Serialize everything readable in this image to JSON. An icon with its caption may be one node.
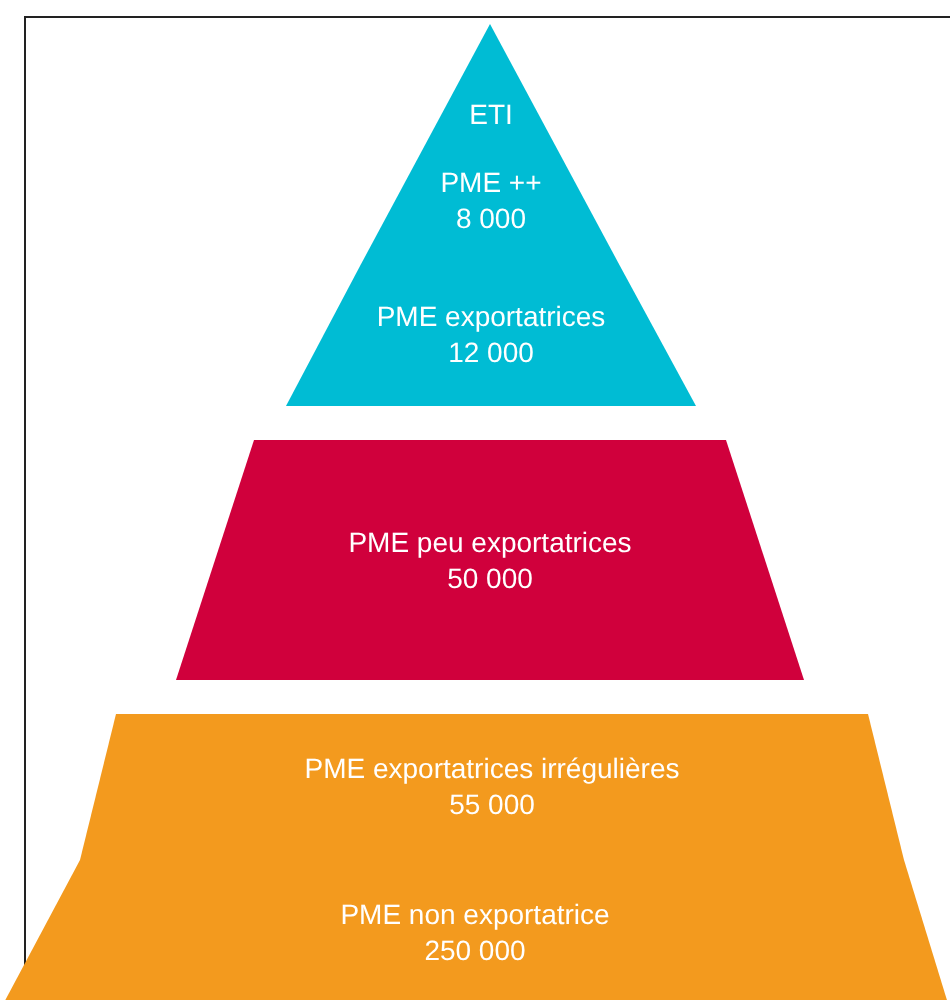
{
  "diagram": {
    "nodes": [
      {
        "text": [
          "ETI",
          "PME ++",
          "8 000"
        ]
      },
      {
        "text": [
          "PME exportatrices",
          "12 000"
        ]
      },
      {
        "text": [
          "PME peu exportatrices",
          "50 000"
        ]
      },
      {
        "text": [
          "PME exportatrices irrégulières",
          "55 000"
        ]
      },
      {
        "text": [
          "PME non exportatrice",
          "250 000"
        ]
      }
    ]
  }
}
